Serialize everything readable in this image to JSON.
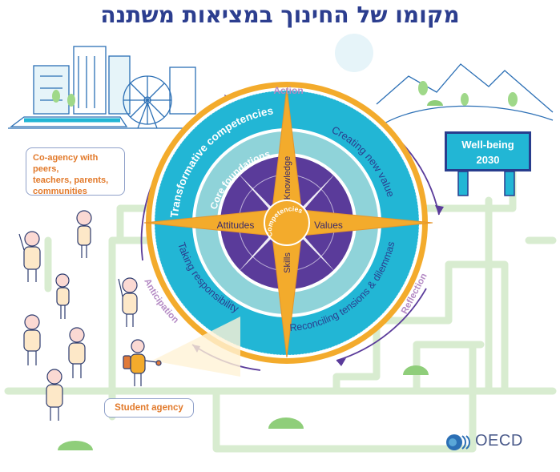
{
  "title": "מקומו של החינוך במציאות משתנה",
  "cycle": {
    "action": "Action",
    "reflection": "Reflection",
    "anticipation": "Anticipation"
  },
  "compass": {
    "outer_ring": {
      "transformative": "Transformative competencies",
      "creating_value": "Creating new value",
      "taking_responsibility": "Taking responsibility",
      "reconciling": "Reconciling tensions & dilemmas"
    },
    "core_foundations": "Core foundations",
    "points": {
      "knowledge": "Knowledge",
      "skills": "Skills",
      "attitudes": "Attitudes",
      "values": "Values"
    },
    "center": "Competencies"
  },
  "co_agency": {
    "line1": "Co-agency with peers,",
    "line2": "teachers, parents,",
    "line3": "communities"
  },
  "student_agency": "Student agency",
  "wellbeing": {
    "line1": "Well-being",
    "line2": "2030"
  },
  "logo": "OECD",
  "colors": {
    "title": "#2c3e8f",
    "outer_ring": "#22b6d5",
    "gold": "#f3ab2c",
    "inner_teal": "#8fd3d9",
    "purple": "#5a3b9a",
    "callout_text": "#e27a2b",
    "path": "#d8ecd0"
  }
}
